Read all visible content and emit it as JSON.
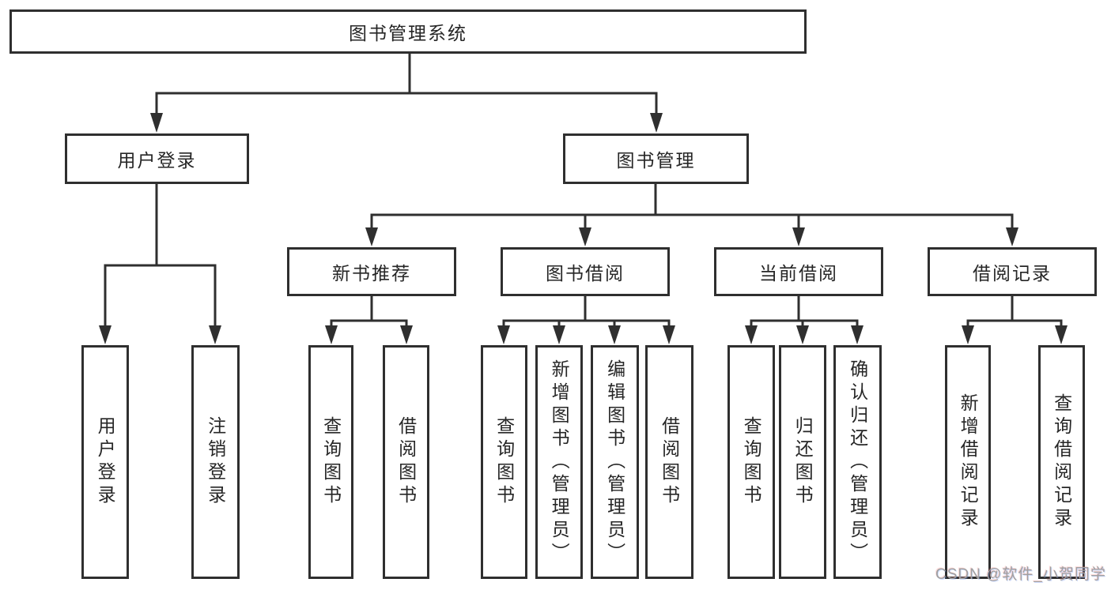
{
  "tree": {
    "root": "图书管理系统",
    "branches": [
      {
        "label": "用户登录",
        "leaves": [
          "用户登录",
          "注销登录"
        ]
      },
      {
        "label": "图书管理",
        "groups": [
          {
            "label": "新书推荐",
            "leaves": [
              "查询图书",
              "借阅图书"
            ]
          },
          {
            "label": "图书借阅",
            "leaves": [
              "查询图书",
              "新增图书（管理员）",
              "编辑图书（管理员）",
              "借阅图书"
            ]
          },
          {
            "label": "当前借阅",
            "leaves": [
              "查询图书",
              "归还图书",
              "确认归还（管理员）"
            ]
          },
          {
            "label": "借阅记录",
            "leaves": [
              "新增借阅记录",
              "查询借阅记录"
            ]
          }
        ]
      }
    ]
  },
  "watermark": {
    "text": "CSDN @软件_小贺同学"
  },
  "colors": {
    "line": "#2f2f2f",
    "box_border": "#2f2f2f",
    "text": "#262626",
    "background": "#ffffff",
    "watermark": "#a0a0a0"
  }
}
